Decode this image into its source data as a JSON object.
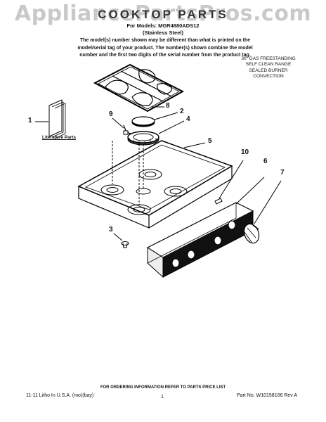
{
  "watermark": "AppliancePartsPros.com",
  "title": "COOKTOP PARTS",
  "models_line": "For Models: MGR4880ADS12",
  "finish": "(Stainless Steel)",
  "note": "The model(s) number shown may be different than what is printed on the model/serial tag of your product. The number(s) shown combine the model number and the first two digits of the serial number from the product tag.",
  "product_desc": [
    "30\" GAS FREESTANDING",
    "SELF CLEAN RANGE",
    "SEALED BURNER",
    "CONVECTION"
  ],
  "literature_label": "Literature Parts",
  "callouts": {
    "c1": "1",
    "c2": "2",
    "c3": "3",
    "c4": "4",
    "c5": "5",
    "c6": "6",
    "c7": "7",
    "c8": "8",
    "c9": "9",
    "c10": "10"
  },
  "footer": {
    "center": "FOR ORDERING INFORMATION REFER TO PARTS PRICE LIST",
    "left": "11-11 Litho In U.S.A. (mo)(bay)",
    "page": "1",
    "right": "Part No. W10158166 Rev A"
  }
}
